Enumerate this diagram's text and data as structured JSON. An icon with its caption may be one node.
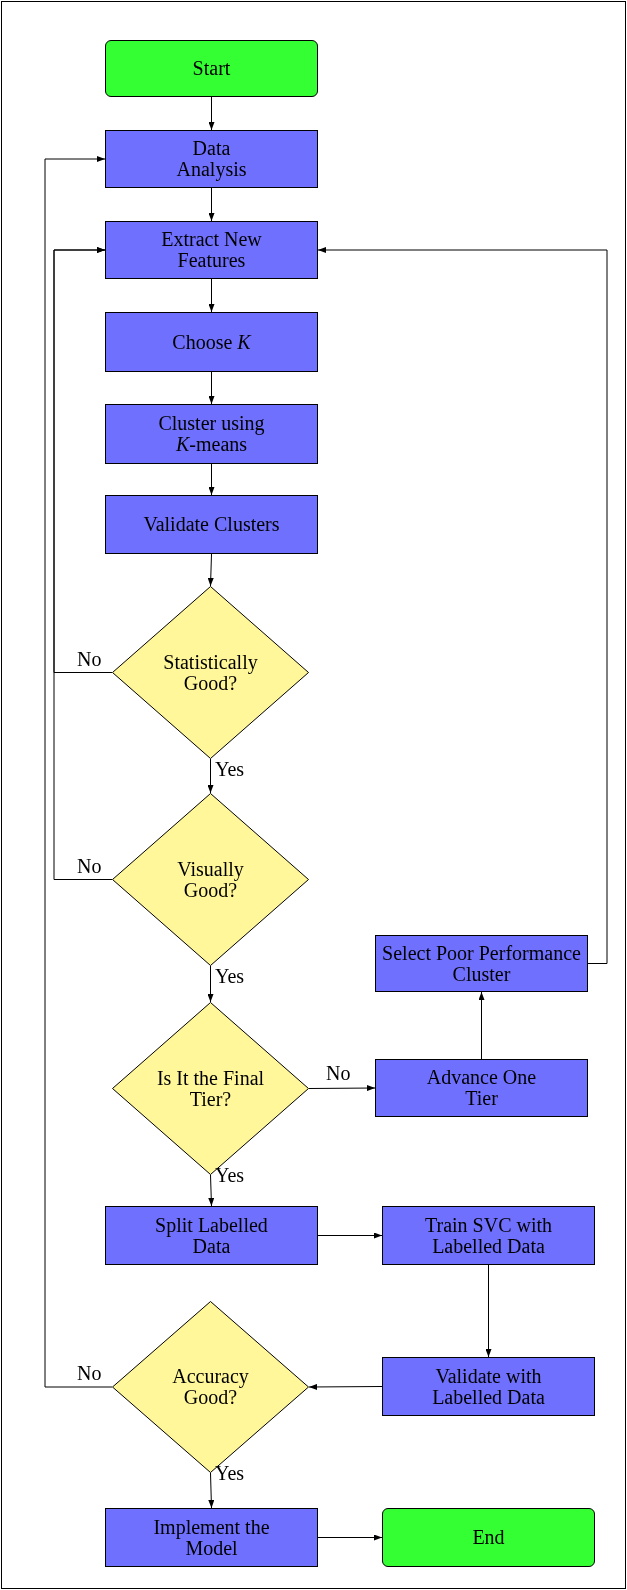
{
  "diagram": {
    "nodes": [
      {
        "text": [
          "Start"
        ]
      },
      {
        "text": [
          "Data Analysis"
        ]
      },
      {
        "text": [
          "Extract New Features"
        ]
      },
      {
        "text": [
          "Choose *K*"
        ]
      },
      {
        "text": [
          "Cluster using *K*-means"
        ]
      },
      {
        "text": [
          "Validate Clusters"
        ]
      },
      {
        "text": [
          "Statistically Good?"
        ]
      },
      {
        "text": [
          "Visually Good?"
        ]
      },
      {
        "text": [
          "Select Poor Performance Cluster"
        ]
      },
      {
        "text": [
          "Is It the Final Tier?"
        ]
      },
      {
        "text": [
          "Advance One Tier"
        ]
      },
      {
        "text": [
          "Split Labelled Data"
        ]
      },
      {
        "text": [
          "Train SVC with Labelled Data"
        ]
      },
      {
        "text": [
          "Validate with Labelled Data"
        ]
      },
      {
        "text": [
          "Accuracy Good?"
        ]
      },
      {
        "text": [
          "Implement the Model"
        ]
      },
      {
        "text": [
          "End"
        ]
      }
    ],
    "edges": [
      {
        "from": 0,
        "to": 1,
        "arrow": "to"
      },
      {
        "from": 1,
        "to": 2,
        "arrow": "to"
      },
      {
        "from": 2,
        "to": 3,
        "arrow": "to"
      },
      {
        "from": 3,
        "to": 4,
        "arrow": "to"
      },
      {
        "from": 4,
        "to": 5,
        "arrow": "to"
      },
      {
        "from": 5,
        "to": 6,
        "arrow": "to"
      },
      {
        "from": 6,
        "to": 2,
        "arrow": "to",
        "label": "No"
      },
      {
        "from": 6,
        "to": 7,
        "arrow": "to",
        "label": "Yes"
      },
      {
        "from": 7,
        "to": 2,
        "arrow": "to",
        "label": "No"
      },
      {
        "from": 7,
        "to": 9,
        "arrow": "to",
        "label": "Yes"
      },
      {
        "from": 9,
        "to": 10,
        "arrow": "to",
        "label": "No"
      },
      {
        "from": 10,
        "to": 8,
        "arrow": "to"
      },
      {
        "from": 8,
        "to": 2,
        "arrow": "to"
      },
      {
        "from": 9,
        "to": 11,
        "arrow": "to",
        "label": "Yes"
      },
      {
        "from": 11,
        "to": 12,
        "arrow": "to"
      },
      {
        "from": 12,
        "to": 13,
        "arrow": "to"
      },
      {
        "from": 13,
        "to": 14,
        "arrow": "to"
      },
      {
        "from": 14,
        "to": 1,
        "arrow": "to",
        "label": "No"
      },
      {
        "from": 14,
        "to": 15,
        "arrow": "to",
        "label": "Yes"
      },
      {
        "from": 15,
        "to": 16,
        "arrow": "to"
      }
    ]
  }
}
